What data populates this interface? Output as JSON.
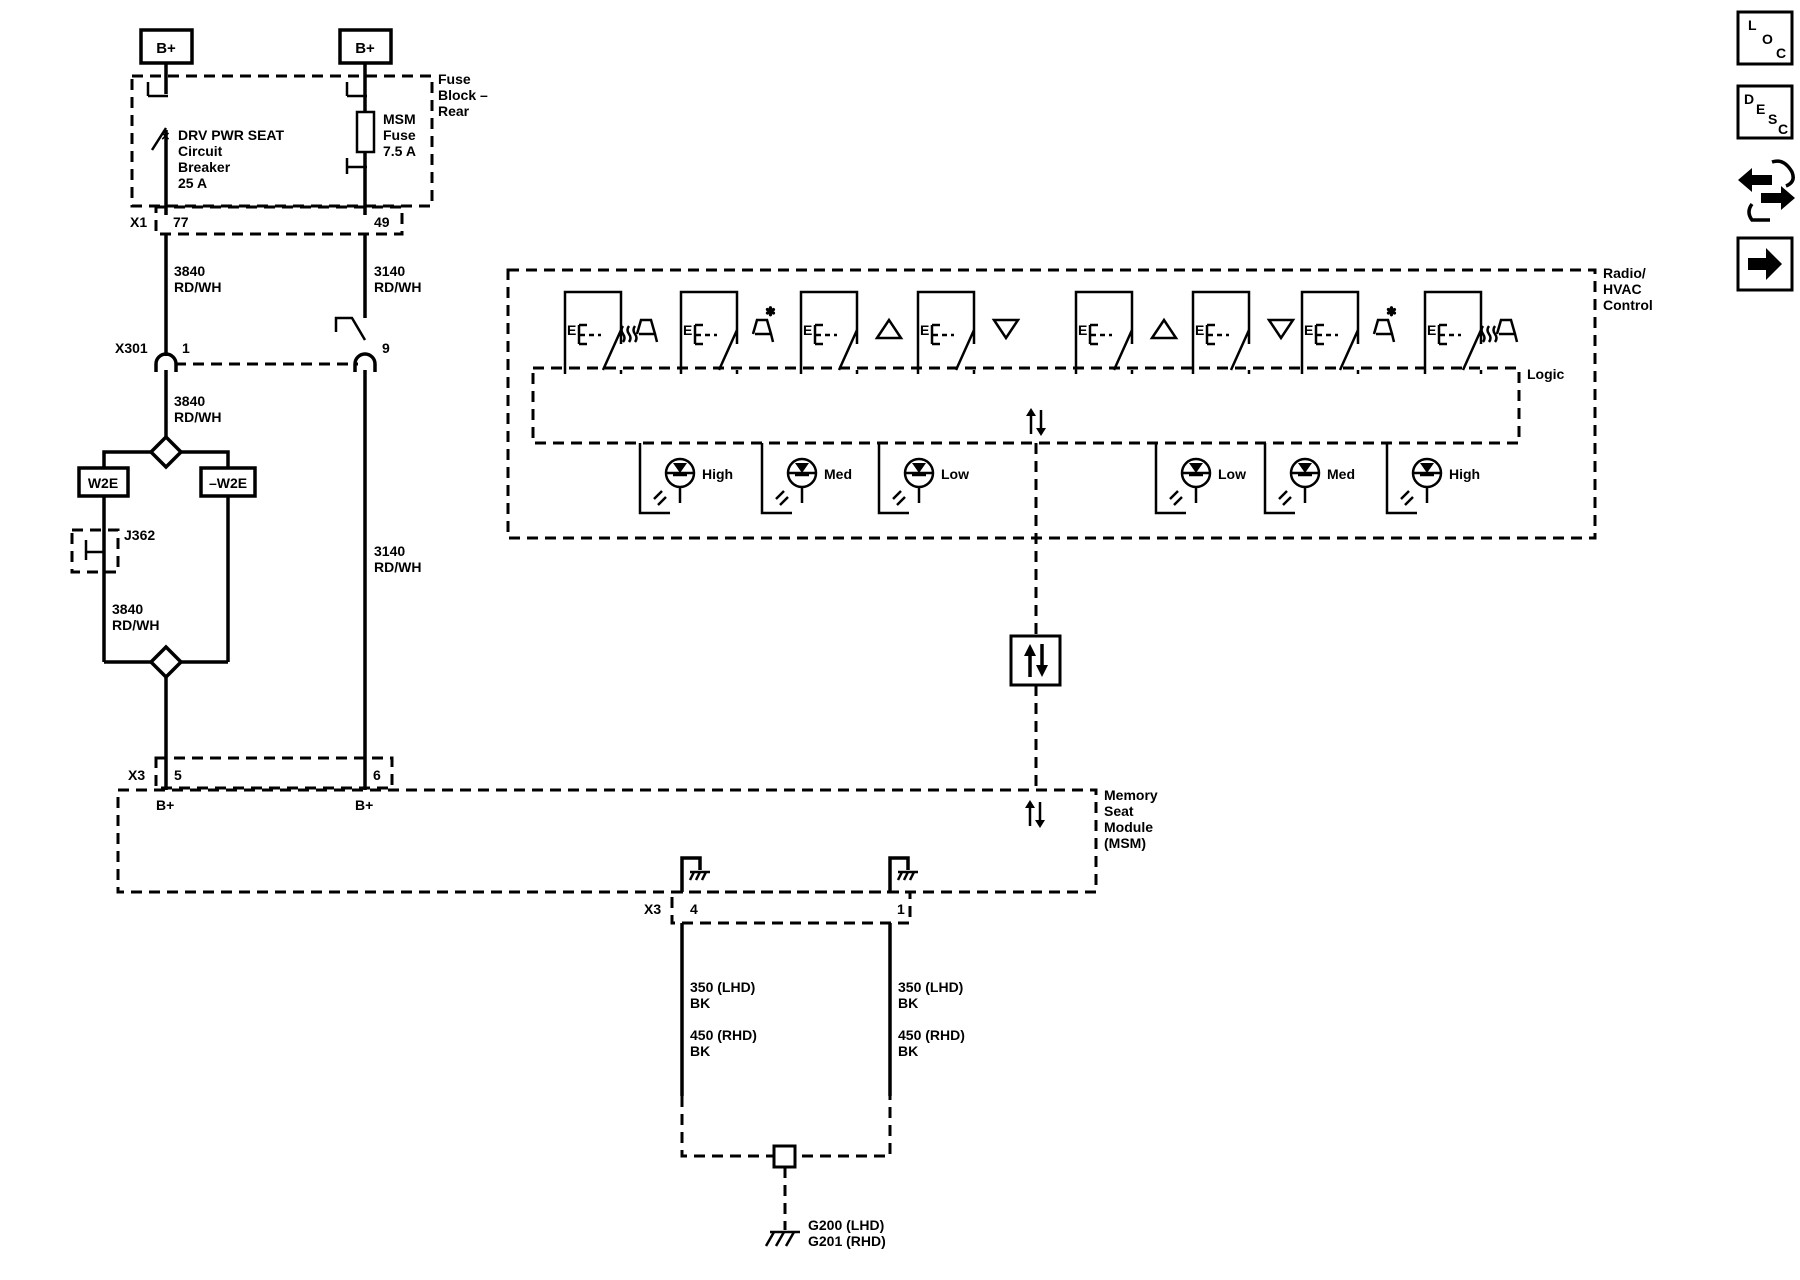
{
  "power": {
    "b_plus_left": "B+",
    "b_plus_right": "B+"
  },
  "fuse_block": {
    "name": [
      "Fuse",
      "Block –",
      "Rear"
    ],
    "breaker_label": [
      "DRV PWR SEAT",
      "Circuit",
      "Breaker",
      "25 A"
    ],
    "fuse_label": [
      "MSM",
      "Fuse",
      "7.5 A"
    ],
    "connector": "X1",
    "pin_left": "77",
    "pin_right": "49"
  },
  "wires": {
    "w1_upper": [
      "3840",
      "RD/WH"
    ],
    "w2_upper": [
      "3140",
      "RD/WH"
    ],
    "w1_mid": [
      "3840",
      "RD/WH"
    ],
    "w2_mid": [
      "3140",
      "RD/WH"
    ],
    "w1_lower": [
      "3840",
      "RD/WH"
    ],
    "ground_left": [
      "350 (LHD)",
      "BK",
      "450 (RHD)",
      "BK"
    ],
    "ground_right": [
      "350 (LHD)",
      "BK",
      "450 (RHD)",
      "BK"
    ]
  },
  "x301": {
    "connector": "X301",
    "pin_left": "1",
    "pin_right": "9"
  },
  "options": {
    "w2e": "W2E",
    "not_w2e": "–W2E",
    "jumper": "J362"
  },
  "msm": {
    "name": [
      "Memory",
      "Seat",
      "Module",
      "(MSM)"
    ],
    "connector_top": "X3",
    "pin_5": "5",
    "pin_6": "6",
    "bplus_5": "B+",
    "bplus_6": "B+",
    "connector_bottom": "X3",
    "pin_4": "4",
    "pin_1": "1"
  },
  "radio_hvac": {
    "name": [
      "Radio/",
      "HVAC",
      "Control"
    ],
    "logic": "Logic",
    "switch_symbols": [
      "E",
      "E",
      "E",
      "E",
      "E",
      "E",
      "E",
      "E"
    ],
    "leds_left": [
      "High",
      "Med",
      "Low"
    ],
    "leds_right": [
      "Low",
      "Med",
      "High"
    ]
  },
  "ground": {
    "label": [
      "G200 (LHD)",
      "G201 (RHD)"
    ]
  },
  "side_buttons": {
    "loc": [
      "L",
      "O",
      "C"
    ],
    "desc": [
      "D",
      "E",
      "S",
      "C"
    ]
  },
  "icons": [
    "loc-icon",
    "desc-icon",
    "hand-arrows-icon",
    "next-arrow-icon",
    "seat-heat-icon",
    "seat-cool-icon",
    "arrow-up-icon",
    "arrow-down-icon",
    "led-icon",
    "ground-icon",
    "data-arrows-icon"
  ]
}
